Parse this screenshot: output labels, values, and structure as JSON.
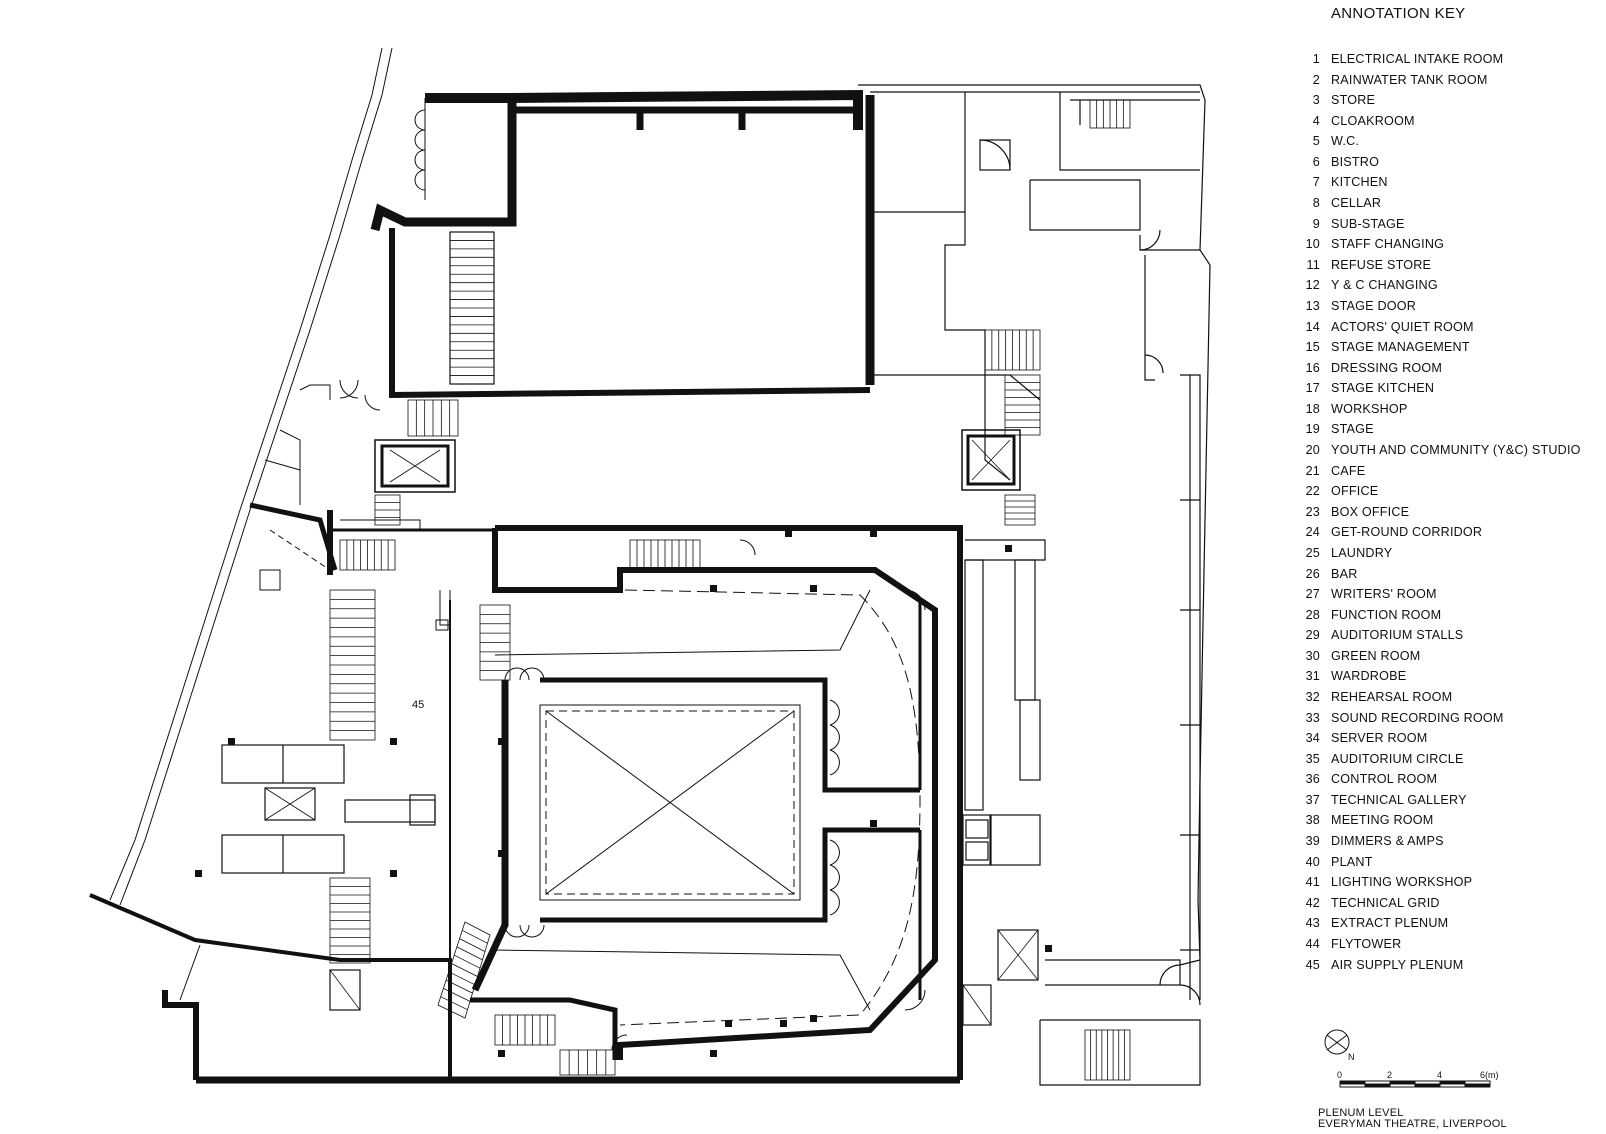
{
  "key": {
    "title": "ANNOTATION KEY",
    "items": [
      {
        "num": "1",
        "label": "ELECTRICAL INTAKE ROOM"
      },
      {
        "num": "2",
        "label": "RAINWATER TANK ROOM"
      },
      {
        "num": "3",
        "label": "STORE"
      },
      {
        "num": "4",
        "label": "CLOAKROOM"
      },
      {
        "num": "5",
        "label": "W.C."
      },
      {
        "num": "6",
        "label": "BISTRO"
      },
      {
        "num": "7",
        "label": "KITCHEN"
      },
      {
        "num": "8",
        "label": "CELLAR"
      },
      {
        "num": "9",
        "label": "SUB-STAGE"
      },
      {
        "num": "10",
        "label": "STAFF CHANGING"
      },
      {
        "num": "11",
        "label": "REFUSE STORE"
      },
      {
        "num": "12",
        "label": "Y & C CHANGING"
      },
      {
        "num": "13",
        "label": "STAGE DOOR"
      },
      {
        "num": "14",
        "label": "ACTORS' QUIET ROOM"
      },
      {
        "num": "15",
        "label": "STAGE MANAGEMENT"
      },
      {
        "num": "16",
        "label": "DRESSING ROOM"
      },
      {
        "num": "17",
        "label": "STAGE KITCHEN"
      },
      {
        "num": "18",
        "label": "WORKSHOP"
      },
      {
        "num": "19",
        "label": "STAGE"
      },
      {
        "num": "20",
        "label": "YOUTH AND COMMUNITY (Y&C) STUDIO"
      },
      {
        "num": "21",
        "label": "CAFE"
      },
      {
        "num": "22",
        "label": "OFFICE"
      },
      {
        "num": "23",
        "label": "BOX OFFICE"
      },
      {
        "num": "24",
        "label": "GET-ROUND CORRIDOR"
      },
      {
        "num": "25",
        "label": "LAUNDRY"
      },
      {
        "num": "26",
        "label": "BAR"
      },
      {
        "num": "27",
        "label": "WRITERS' ROOM"
      },
      {
        "num": "28",
        "label": "FUNCTION ROOM"
      },
      {
        "num": "29",
        "label": "AUDITORIUM STALLS"
      },
      {
        "num": "30",
        "label": "GREEN ROOM"
      },
      {
        "num": "31",
        "label": "WARDROBE"
      },
      {
        "num": "32",
        "label": "REHEARSAL ROOM"
      },
      {
        "num": "33",
        "label": "SOUND RECORDING ROOM"
      },
      {
        "num": "34",
        "label": "SERVER ROOM"
      },
      {
        "num": "35",
        "label": "AUDITORIUM CIRCLE"
      },
      {
        "num": "36",
        "label": "CONTROL ROOM"
      },
      {
        "num": "37",
        "label": "TECHNICAL GALLERY"
      },
      {
        "num": "38",
        "label": "MEETING ROOM"
      },
      {
        "num": "39",
        "label": "DIMMERS & AMPS"
      },
      {
        "num": "40",
        "label": "PLANT"
      },
      {
        "num": "41",
        "label": "LIGHTING WORKSHOP"
      },
      {
        "num": "42",
        "label": "TECHNICAL GRID"
      },
      {
        "num": "43",
        "label": "EXTRACT PLENUM"
      },
      {
        "num": "44",
        "label": "FLYTOWER"
      },
      {
        "num": "45",
        "label": "AIR SUPPLY PLENUM"
      }
    ]
  },
  "plan": {
    "room_label": "45",
    "north_label": "N"
  },
  "scale": {
    "ticks": [
      "0",
      "2",
      "4",
      "6(m)"
    ]
  },
  "caption": {
    "line1": "PLENUM LEVEL",
    "line2": "EVERYMAN THEATRE, LIVERPOOL"
  }
}
